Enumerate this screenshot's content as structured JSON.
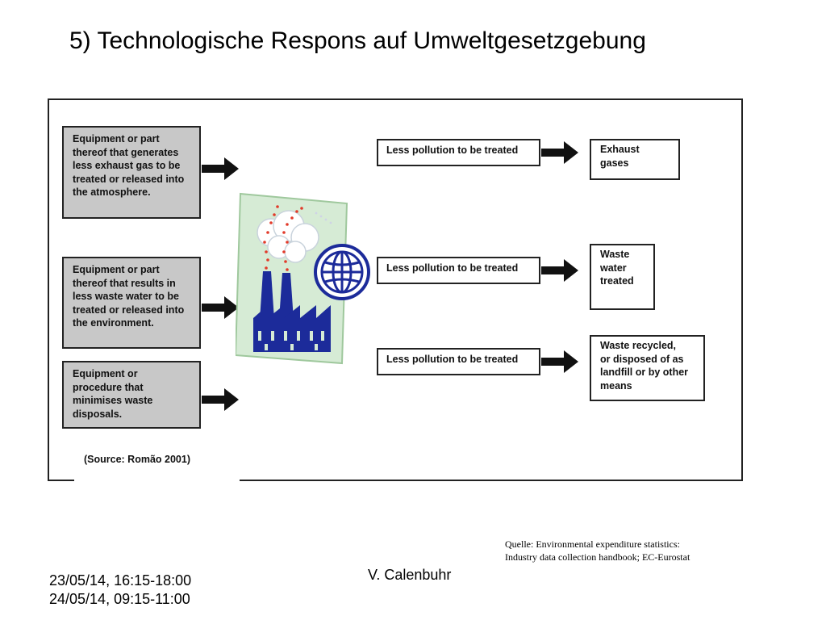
{
  "title": "5) Technologische Respons auf Umweltgesetzgebung",
  "diagram": {
    "equipment_boxes": [
      "Equipment or part\nthereof that generates\nless exhaust gas to be\ntreated or released into\nthe atmosphere.",
      "Equipment or part\nthereof that results in\nless waste water to be\ntreated or released into\nthe environment.",
      "Equipment or\nprocedure that\nminimises waste\ndisposals."
    ],
    "pollution_boxes": [
      "Less pollution to be treated",
      "Less pollution to be treated",
      "Less pollution to be treated"
    ],
    "outcome_boxes": [
      "Exhaust\ngases",
      "Waste\nwater\ntreated",
      "Waste recycled,\nor disposed of as\nlandfill or by other\nmeans"
    ],
    "source": "(Source: Romão 2001)"
  },
  "quelle": "Quelle: Environmental expenditure statistics:\nIndustry data collection handbook; EC-Eurostat",
  "author": "V. Calenbuhr",
  "dates": [
    "23/05/14, 16:15-18:00",
    "24/05/14, 09:15-11:00"
  ],
  "colors": {
    "box_gray": "#c8c8c8",
    "factory_blue": "#1c2b9a",
    "smoke_red": "#e23a2a",
    "card_green": "#d6ebd5"
  },
  "icons": [
    "arrow-right-icon",
    "factory-icon",
    "globe-icon"
  ]
}
